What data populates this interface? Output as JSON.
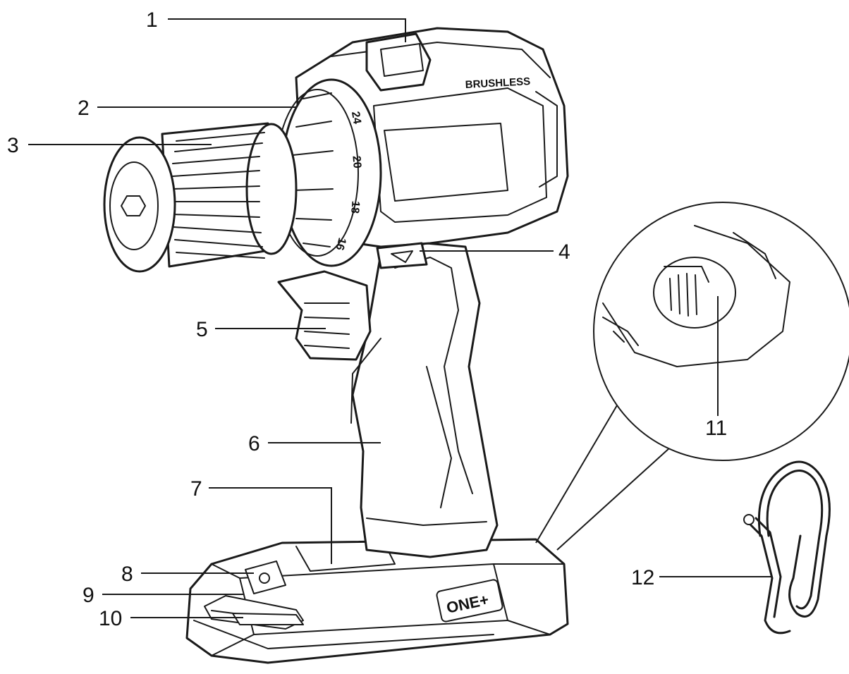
{
  "diagram": {
    "callouts": [
      "1",
      "2",
      "3",
      "4",
      "5",
      "6",
      "7",
      "8",
      "9",
      "10",
      "11",
      "12"
    ],
    "printed_text": {
      "motor_label": "BRUSHLESS",
      "torque_numbers": [
        "24",
        "20",
        "18",
        "16"
      ],
      "battery_logo": "ONE+"
    },
    "colors": {
      "ink": "#1a1a1a",
      "background": "#ffffff"
    }
  }
}
